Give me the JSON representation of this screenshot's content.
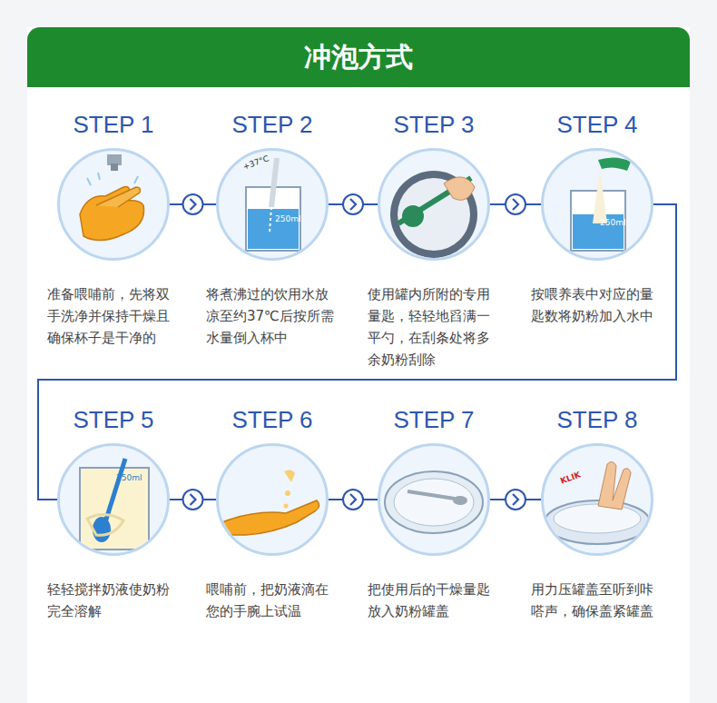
{
  "diagram": {
    "title": "冲泡方式",
    "nodes": [
      {
        "text": [
          "STEP 1",
          "准备喂哺前，先将双手洗净并保持干燥且确保杯子是干净的"
        ]
      },
      {
        "text": [
          "STEP 2",
          "将煮沸过的饮用水放凉至约37℃后按所需水量倒入杯中"
        ]
      },
      {
        "text": [
          "STEP 3",
          "使用罐内所附的专用量匙，轻轻地舀满一平勺，在刮条处将多余奶粉刮除"
        ]
      },
      {
        "text": [
          "STEP 4",
          "按喂养表中对应的量匙数将奶粉加入水中"
        ]
      },
      {
        "text": [
          "STEP 5",
          "轻轻搅拌奶液使奶粉完全溶解"
        ]
      },
      {
        "text": [
          "STEP 6",
          "喂哺前，把奶液滴在您的手腕上试温"
        ]
      },
      {
        "text": [
          "STEP 7",
          "把使用后的干燥量匙放入奶粉罐盖"
        ]
      },
      {
        "text": [
          "STEP 8",
          "用力压罐盖至听到咔嗒声，确保盖紧罐盖"
        ]
      }
    ],
    "edges": [
      {
        "from": 0,
        "to": 1,
        "arrow": "to"
      },
      {
        "from": 1,
        "to": 2,
        "arrow": "to"
      },
      {
        "from": 2,
        "to": 3,
        "arrow": "to"
      },
      {
        "from": 3,
        "to": 4,
        "arrow": "none"
      },
      {
        "from": 4,
        "to": 5,
        "arrow": "to"
      },
      {
        "from": 5,
        "to": 6,
        "arrow": "to"
      },
      {
        "from": 6,
        "to": 7,
        "arrow": "to"
      }
    ],
    "labels": [
      "+37°C",
      "250ml",
      "250ml",
      "250ml",
      "KLIK"
    ]
  }
}
